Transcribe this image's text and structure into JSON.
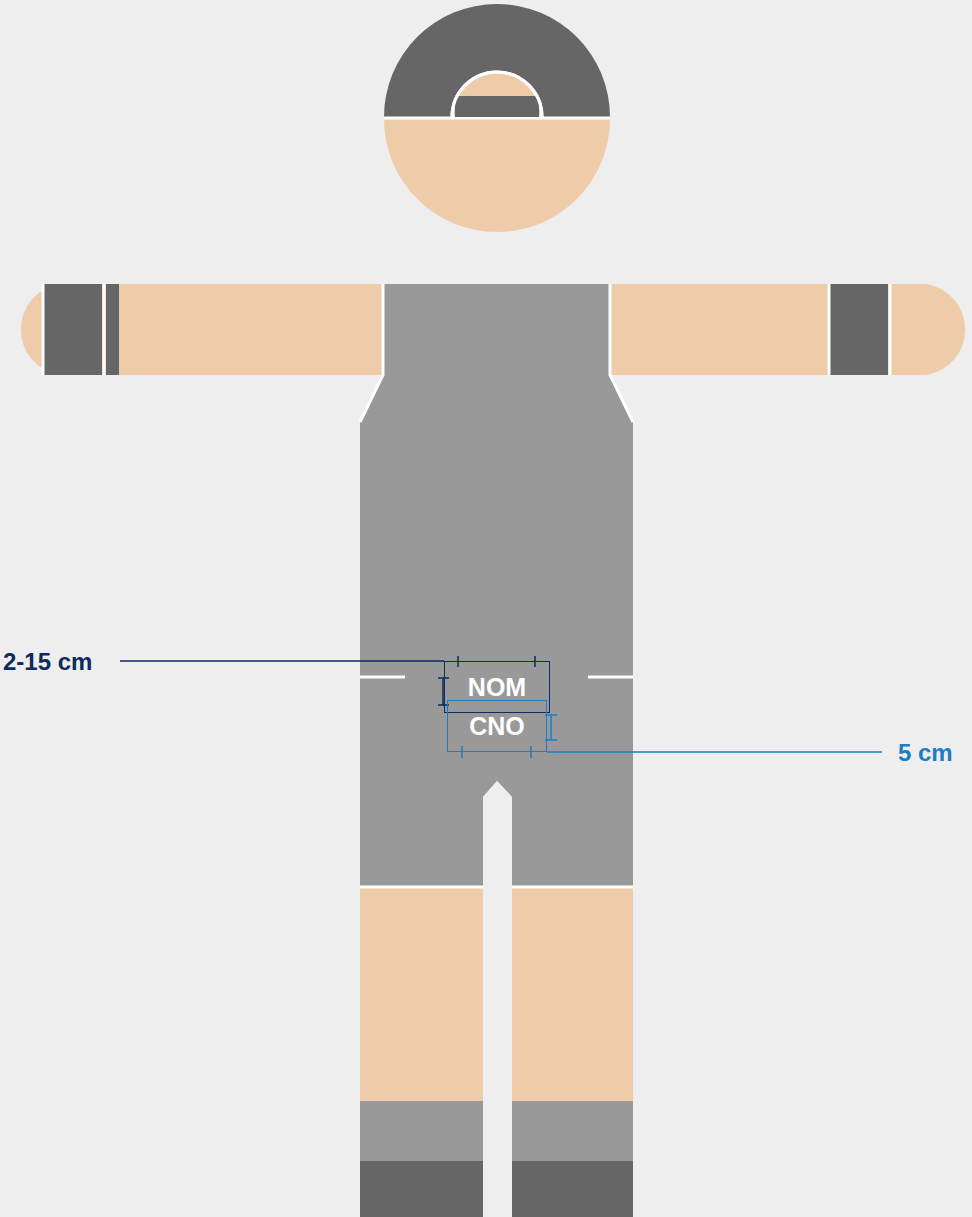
{
  "diagram": {
    "nodes": [
      {
        "text": [
          "NOM"
        ]
      },
      {
        "text": [
          "CNO"
        ]
      }
    ],
    "labels": [
      "2-15 cm",
      "5 cm"
    ]
  }
}
